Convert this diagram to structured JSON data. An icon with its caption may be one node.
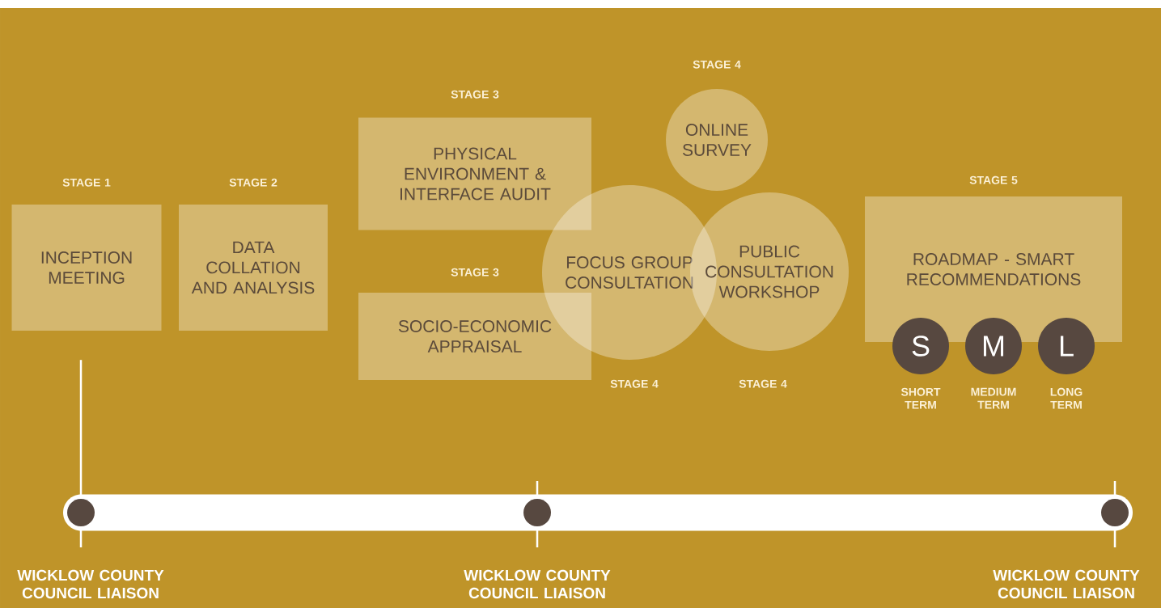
{
  "diagram": {
    "nodes": [
      {
        "text": [
          "INCEPTION MEETING"
        ],
        "beside": [
          "STAGE 1"
        ]
      },
      {
        "text": [
          "DATA COLLATION AND ANALYSIS"
        ],
        "beside": [
          "STAGE 2"
        ]
      },
      {
        "text": [
          "PHYSICAL ENVIRONMENT & INTERFACE AUDIT"
        ],
        "beside": [
          "STAGE 3"
        ]
      },
      {
        "text": [
          "SOCIO-ECONOMIC APPRAISAL"
        ],
        "beside": [
          "STAGE 3"
        ]
      },
      {
        "text": [
          "FOCUS GROUP CONSULTATION"
        ],
        "beside": [
          "STAGE 4"
        ]
      },
      {
        "text": [
          "ONLINE SURVEY"
        ],
        "beside": [
          "STAGE 4"
        ]
      },
      {
        "text": [
          "PUBLIC CONSULTATION WORKSHOP"
        ],
        "beside": [
          "STAGE 4"
        ]
      },
      {
        "text": [
          "ROADMAP - SMART RECOMMENDATIONS"
        ],
        "beside": [
          "STAGE 5"
        ]
      },
      {
        "text": [
          "S"
        ],
        "beside": [
          "SHORT TERM"
        ]
      },
      {
        "text": [
          "M"
        ],
        "beside": [
          "MEDIUM TERM"
        ]
      },
      {
        "text": [
          "L"
        ],
        "beside": [
          "LONG TERM"
        ]
      },
      {
        "text": [],
        "shape": "circle",
        "beside": [
          "WICKLOW COUNTY COUNCIL LIAISON"
        ]
      },
      {
        "text": [],
        "shape": "circle",
        "beside": [
          "WICKLOW COUNTY COUNCIL LIAISON"
        ]
      },
      {
        "text": [],
        "shape": "circle",
        "beside": [
          "WICKLOW COUNTY COUNCIL LIAISON"
        ]
      }
    ],
    "edges": [
      {
        "from": 0,
        "to": 11,
        "arrow": "none"
      }
    ]
  }
}
